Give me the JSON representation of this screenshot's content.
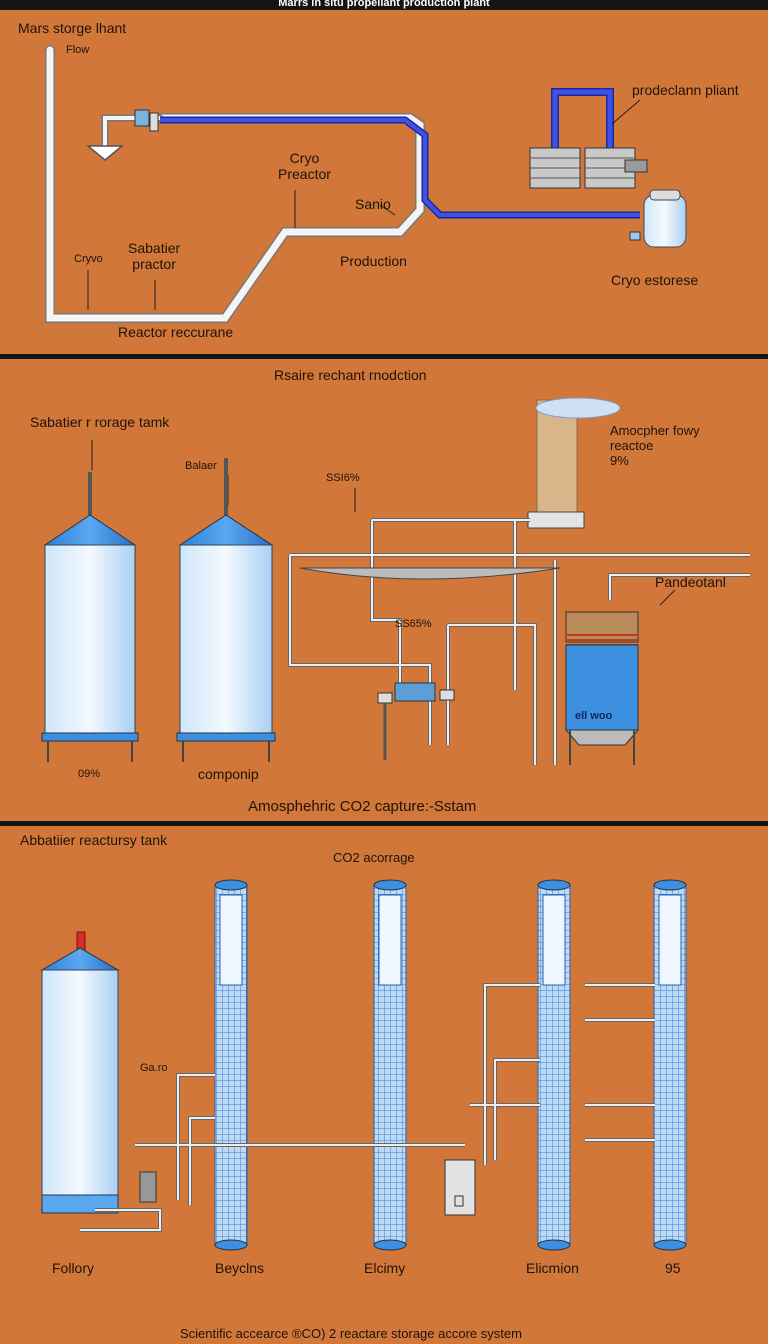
{
  "title": "Marrs in situ propellant production plant",
  "panel1": {
    "title": "Mars storge lhant",
    "flow": "Flow",
    "cryo_preactor": [
      "Cryo",
      "Preactor"
    ],
    "sanio": "Sanio",
    "sabatier_practor": [
      "Sabatier",
      "practor"
    ],
    "cryo_left": "Cryvo",
    "production": "Production",
    "reactor_recurrane": "Reactor reccurane",
    "prodeclann_plant": "prodeclann pliant",
    "cryo_estorese": "Cryo estorese"
  },
  "panel2": {
    "title": "Rsaire rechant rnodction",
    "sabatier_tank": "Sabatier r rorage tamk",
    "balaer": "Balaer",
    "pct_top": "SSI6%",
    "pct_mid": "SS65%",
    "atmos_label": [
      "Amocpher fowy",
      "reactoe",
      "9%"
    ],
    "pandeotanl": "Pandeotanl",
    "tank_text": "ell woo",
    "left_pct": "09%",
    "componip": "componip",
    "bottom_caption": "Amosphehric CO2 capture:-Sstam"
  },
  "panel3": {
    "title": "Abbatiier reactursy tank",
    "co2_label": "CO2 acorrage",
    "small_label": "Ga.ro",
    "bottom_labels": [
      "Follory",
      "Beyclns",
      "Elcimy",
      "Elicmion",
      "95"
    ],
    "caption": "Scientific accearce ®CO) 2 reactare storage accore system"
  },
  "colors": {
    "background": "#d2773a",
    "pipe": "#f2f2f2",
    "blue_pipe": "#2e3fd6",
    "tank_blue": "#3d8fe0"
  }
}
